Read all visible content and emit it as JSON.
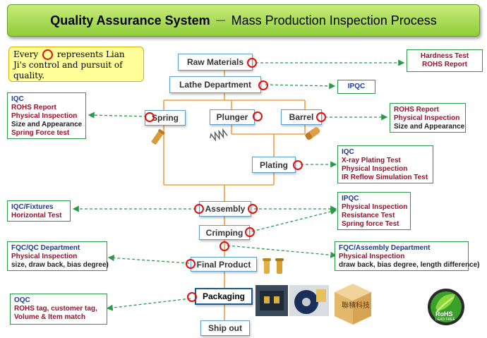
{
  "title": {
    "main": "Quality Assurance System",
    "separator": "－",
    "sub": "Mass Production Inspection Process"
  },
  "legend_note": {
    "prefix": "Every",
    "suffix": "represents Lian Ji's control and pursuit of quality."
  },
  "process": {
    "raw_materials": "Raw Materials",
    "lathe": "Lathe Department",
    "spring": "Spring",
    "plunger": "Plunger",
    "barrel": "Barrel",
    "plating": "Plating",
    "assembly": "Assembly",
    "crimping": "Crimping",
    "final_product": "Final Product",
    "packaging": "Packaging",
    "ship_out": "Ship out"
  },
  "checks": {
    "raw": [
      "Hardness Test",
      "ROHS Report"
    ],
    "lathe": [
      "IPQC"
    ],
    "spring": [
      "IQC",
      "ROHS Report",
      "Physical Inspection",
      "Size and Appearance",
      "Spring Force test"
    ],
    "barrel": [
      "ROHS Report",
      "Physical Inspection",
      "Size and Appearance"
    ],
    "plating": [
      "IQC",
      "X-ray Plating Test",
      "Physical Inspection",
      "IR Reflow Simulation Test"
    ],
    "assembly_left": [
      "IQC/Fixtures",
      "Horizontal Test"
    ],
    "assembly_right": [
      "IPQC",
      "Physical Inspection",
      "Resistance Test",
      "Spring force Test"
    ],
    "final_left": [
      "FQC/QC Department",
      "Physical Inspection",
      "size, draw back, bias degree)"
    ],
    "final_right": [
      "FQC/Assembly Department",
      "Physical Inspection",
      "draw back, bias degree, length difference)"
    ],
    "packaging": [
      "OQC",
      "ROHS tag, customer tag,",
      "Volume & Item match"
    ]
  },
  "box_label": "聯積科技",
  "badge": {
    "line1": "RoHS",
    "line2": "LEAD FREE"
  },
  "colors": {
    "banner": "#9ad44a",
    "node_border": "#5aa0c8",
    "check_border": "#2a9a4a",
    "check_text": "#a0102a",
    "check_header": "#1a3a9a",
    "control_ring": "#e01010",
    "connector": "#f0a040",
    "dashed_arrow": "#2a9a4a"
  }
}
